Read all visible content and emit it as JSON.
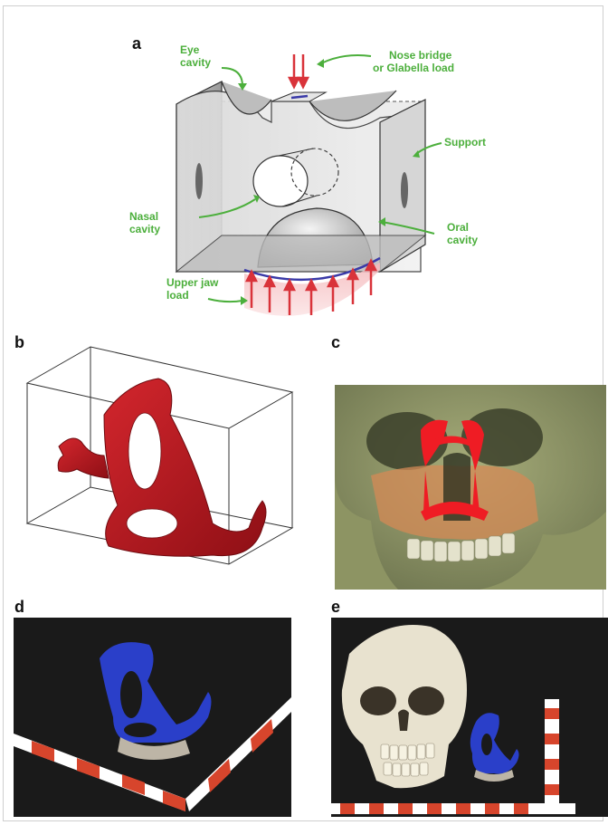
{
  "panels": {
    "a": {
      "label": "a",
      "callouts": {
        "eye_line1": "Eye",
        "eye_line2": "cavity",
        "nose_line1": "Nose bridge",
        "nose_line2": "or Glabella load",
        "support": "Support",
        "nasal_line1": "Nasal",
        "nasal_line2": "cavity",
        "oral_line1": "Oral",
        "oral_line2": "cavity",
        "upper_line1": "Upper jaw",
        "upper_line2": "load"
      }
    },
    "b": {
      "label": "b"
    },
    "c": {
      "label": "c"
    },
    "d": {
      "label": "d"
    },
    "e": {
      "label": "e"
    }
  },
  "colors": {
    "callout_green": "#4caf3c",
    "load_red": "#d9333a",
    "implant_red": "#b3141c",
    "printed_blue": "#2a3fc9"
  }
}
